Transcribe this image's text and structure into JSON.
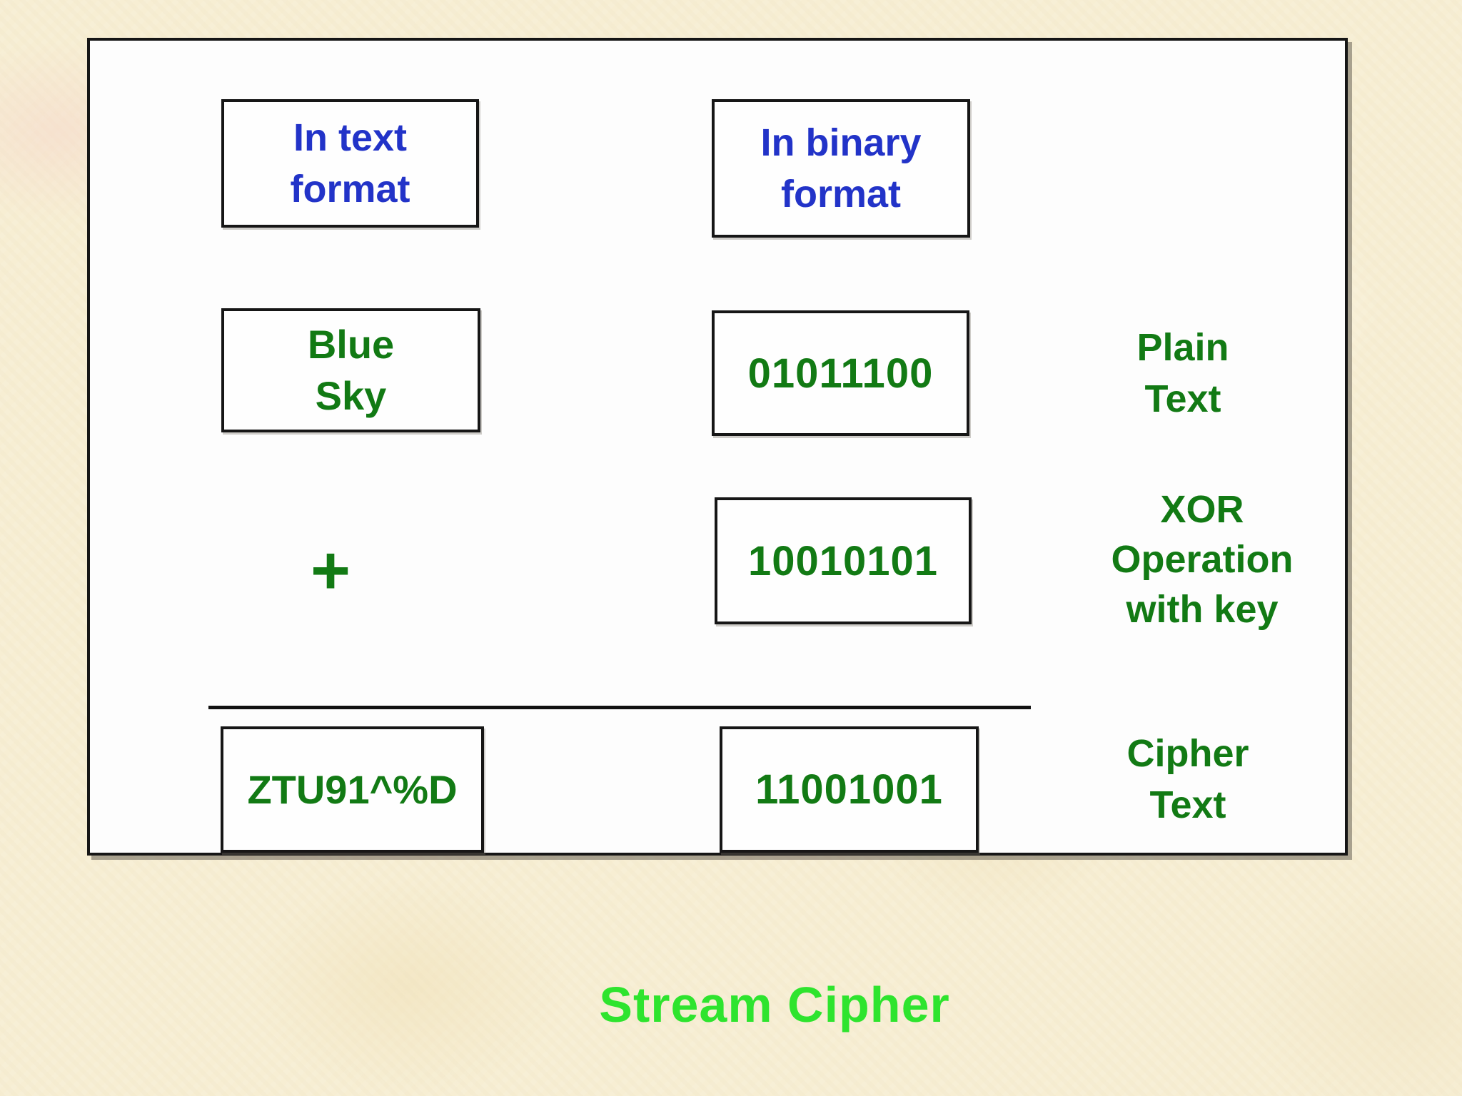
{
  "colors": {
    "background": "#f7eed3",
    "panel": "#fdfdfd",
    "border": "#161616",
    "blue": "#2233c8",
    "green": "#127a14",
    "bright-green": "#2ee42e"
  },
  "panel": {
    "column_headers": [
      {
        "label": "In text\nformat"
      },
      {
        "label": "In binary\nformat"
      }
    ],
    "rows": [
      {
        "text": "Blue\nSky",
        "binary": "01011100",
        "annotation": "Plain\nText"
      },
      {
        "operator": "+",
        "binary": "10010101",
        "annotation": "XOR\nOperation\nwith key"
      },
      {
        "text": "ZTU91^%D",
        "binary": "11001001",
        "annotation": "Cipher\nText"
      }
    ]
  },
  "caption": "Stream Cipher"
}
